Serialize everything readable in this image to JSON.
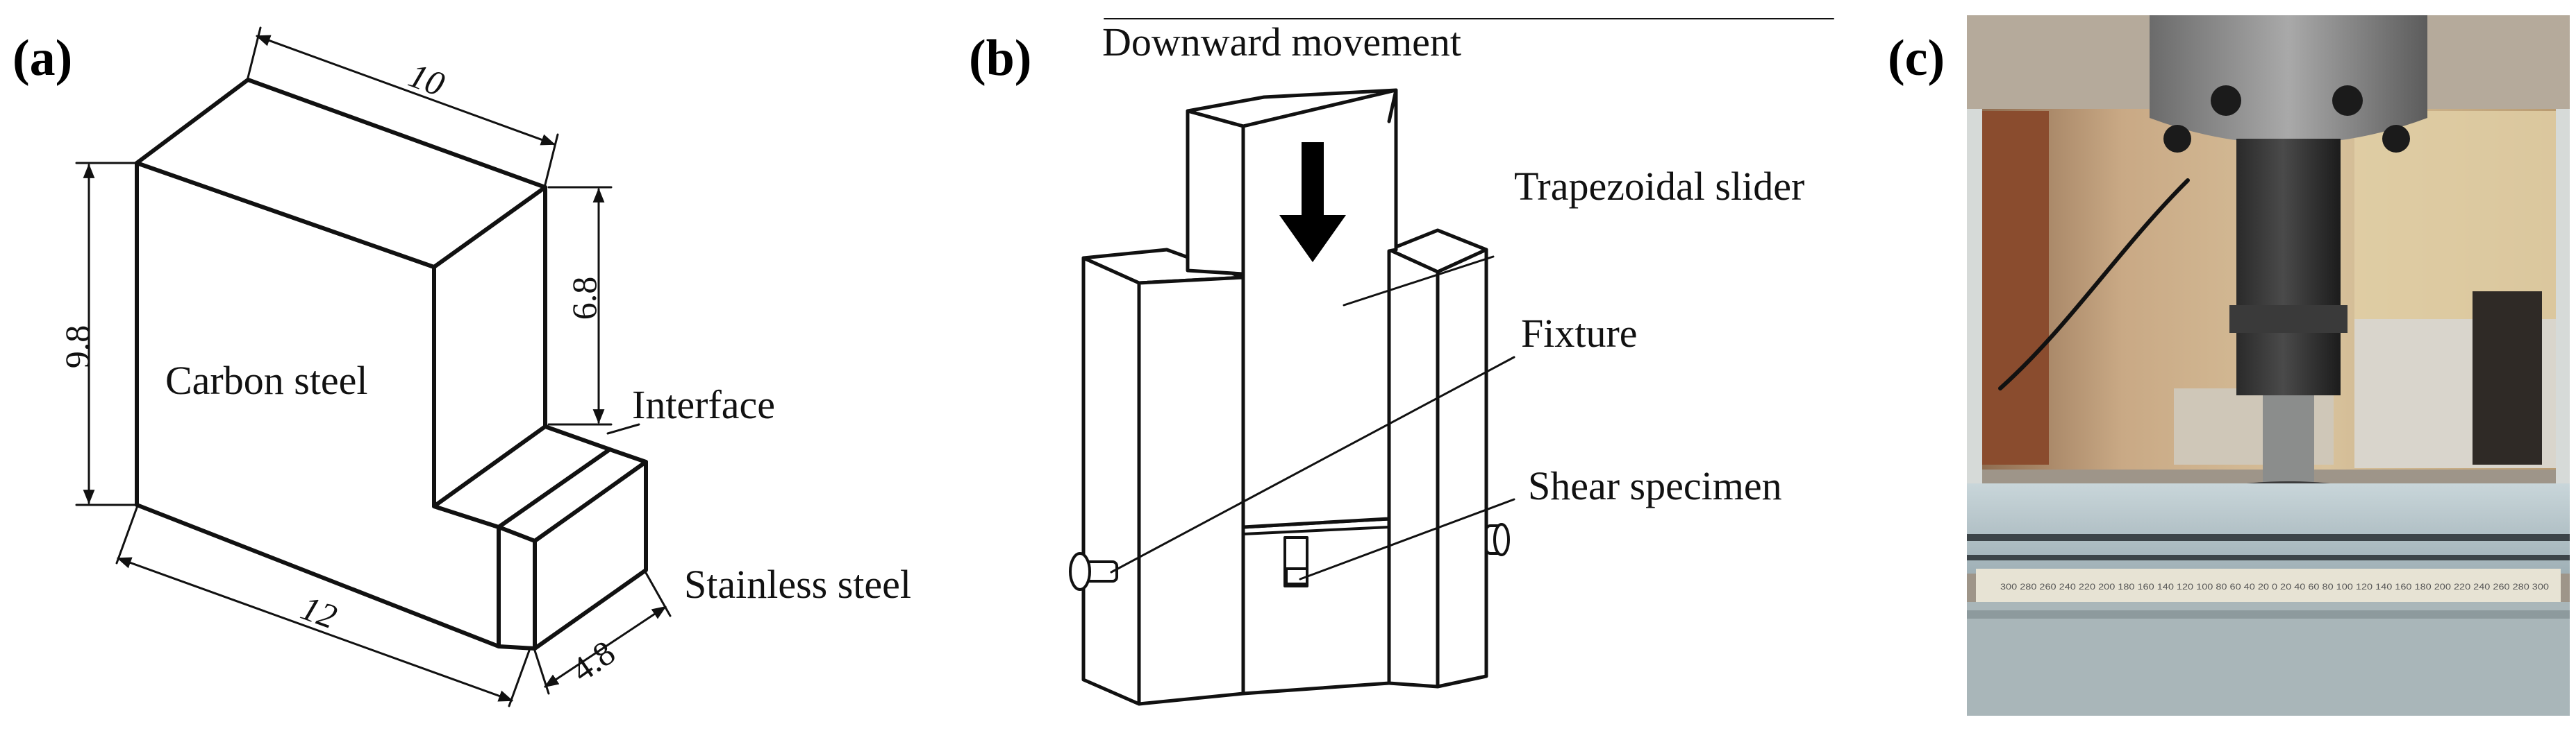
{
  "panels": {
    "a": {
      "label": "(a)",
      "material_main": "Carbon steel",
      "material_clad": "Stainless steel",
      "interface": "Interface",
      "dims": {
        "top": "10",
        "left": "9.8",
        "right_step": "6.8",
        "bottom": "12",
        "depth": "4.8"
      }
    },
    "b": {
      "label": "(b)",
      "title": "Downward movement",
      "slider": "Trapezoidal slider",
      "fixture": "Fixture",
      "specimen": "Shear specimen"
    },
    "c": {
      "label": "(c)",
      "scale_text": "300 280 260 240 220 200 180 160 140 120 100 80 60 40 20 0 20 40 60 80 100 120 140 160 180 200 220 240 260 280 300"
    }
  }
}
